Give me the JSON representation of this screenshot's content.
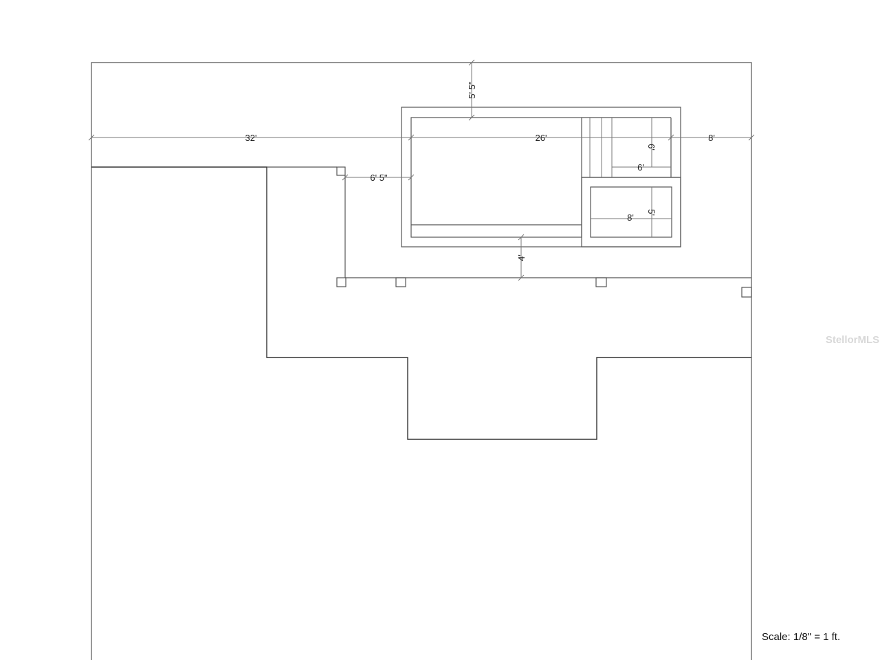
{
  "dimensions": {
    "width_lot": "32'",
    "pool_length": "26'",
    "right_setback": "8'",
    "top_setback": "5' 5\"",
    "left_offset": "6' 5\"",
    "pool_to_cage": "4'",
    "spa_width": "6'",
    "spa_depth": "6'",
    "sunshelf_width": "8'",
    "sunshelf_depth": "5'"
  },
  "scale_note": "Scale: 1/8\" = 1 ft.",
  "watermark": "StellorMLS"
}
